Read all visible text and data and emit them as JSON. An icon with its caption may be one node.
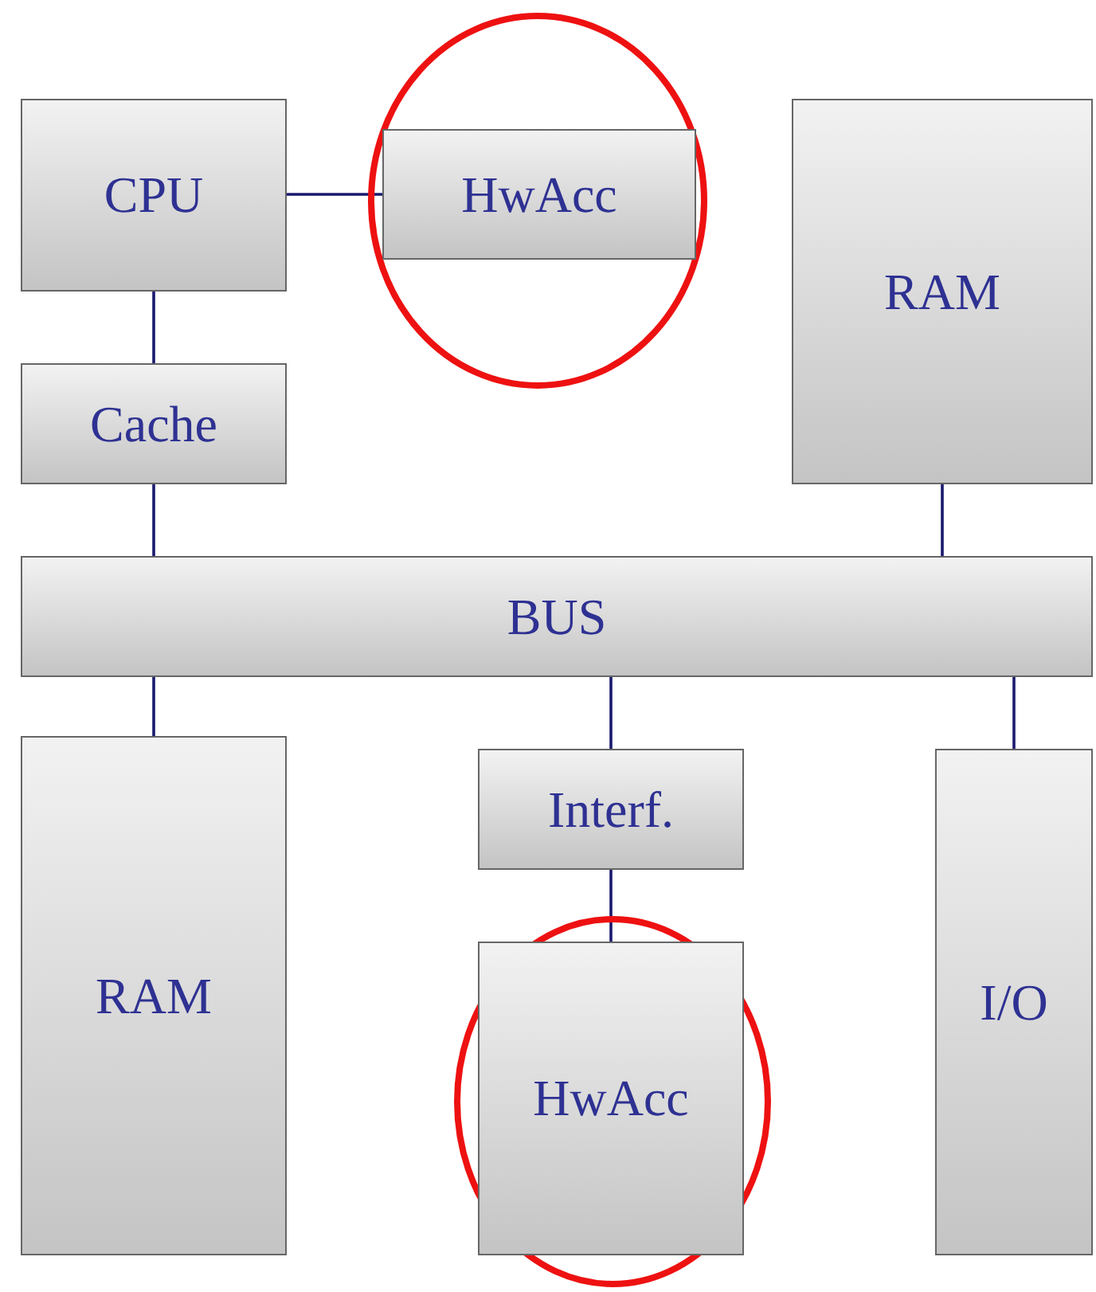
{
  "diagram": {
    "nodes": [
      {
        "text": [
          "CPU"
        ]
      },
      {
        "text": [],
        "shape": "circle"
      },
      {
        "text": [
          "HwAcc"
        ],
        "in": 1
      },
      {
        "text": [
          "RAM"
        ]
      },
      {
        "text": [
          "Cache"
        ]
      },
      {
        "text": [
          "BUS"
        ]
      },
      {
        "text": [
          "RAM"
        ]
      },
      {
        "text": [
          "Interf."
        ]
      },
      {
        "text": [],
        "shape": "circle"
      },
      {
        "text": [
          "HwAcc"
        ],
        "in": 8
      },
      {
        "text": [
          "I/O"
        ]
      }
    ],
    "edges": [
      {
        "from": 0,
        "to": 2,
        "arrow": "none"
      },
      {
        "from": 0,
        "to": 4,
        "arrow": "none"
      },
      {
        "from": 4,
        "to": 5,
        "arrow": "none"
      },
      {
        "from": 3,
        "to": 5,
        "arrow": "none"
      },
      {
        "from": 5,
        "to": 6,
        "arrow": "none"
      },
      {
        "from": 5,
        "to": 7,
        "arrow": "none"
      },
      {
        "from": 7,
        "to": 9,
        "arrow": "none"
      },
      {
        "from": 5,
        "to": 10,
        "arrow": "none"
      }
    ]
  }
}
